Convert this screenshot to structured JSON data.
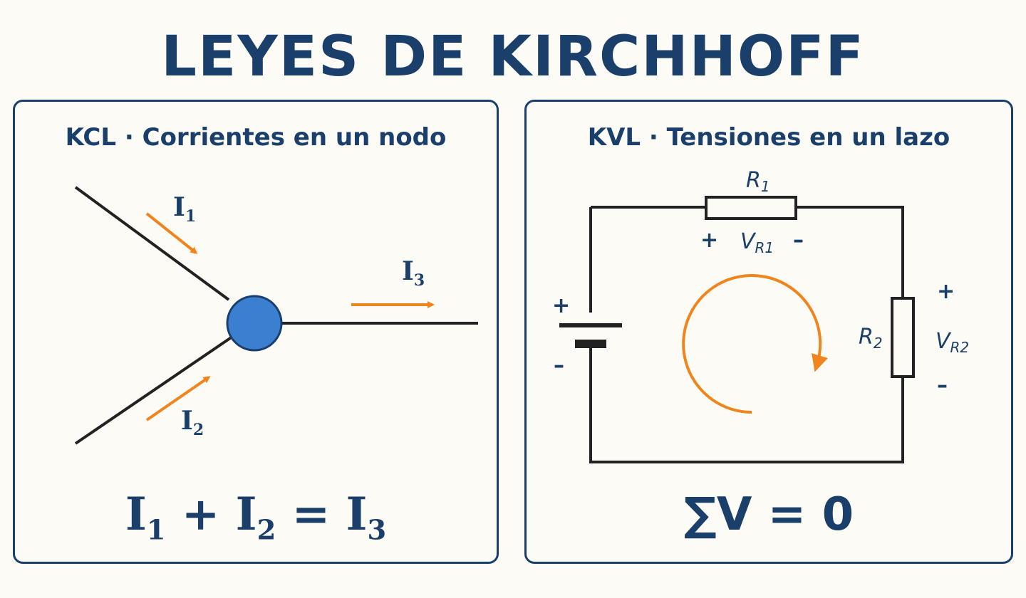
{
  "title": "LEYES DE KIRCHHOFF",
  "kcl": {
    "panel_title": "KCL · Corrientes en un nodo",
    "labels": {
      "i1": {
        "base": "I",
        "sub": "1"
      },
      "i2": {
        "base": "I",
        "sub": "2"
      },
      "i3": {
        "base": "I",
        "sub": "3"
      }
    },
    "equation": {
      "t1": "I",
      "s1": "1",
      "op1": "+",
      "t2": "I",
      "s2": "2",
      "op2": "=",
      "t3": "I",
      "s3": "3"
    }
  },
  "kvl": {
    "panel_title": "KVL · Tensiones en un lazo",
    "labels": {
      "r1": {
        "base": "R",
        "sub": "1"
      },
      "r2": {
        "base": "R",
        "sub": "2"
      },
      "vr1": {
        "base": "V",
        "sub": "R1"
      },
      "vr2": {
        "base": "V",
        "sub": "R2"
      },
      "plus": "+",
      "minus": "–"
    },
    "equation": "∑V = 0"
  },
  "colors": {
    "navy": "#1b3f6b",
    "orange": "#f0851e",
    "node_blue": "#3a7fd0",
    "wire": "#222222"
  }
}
